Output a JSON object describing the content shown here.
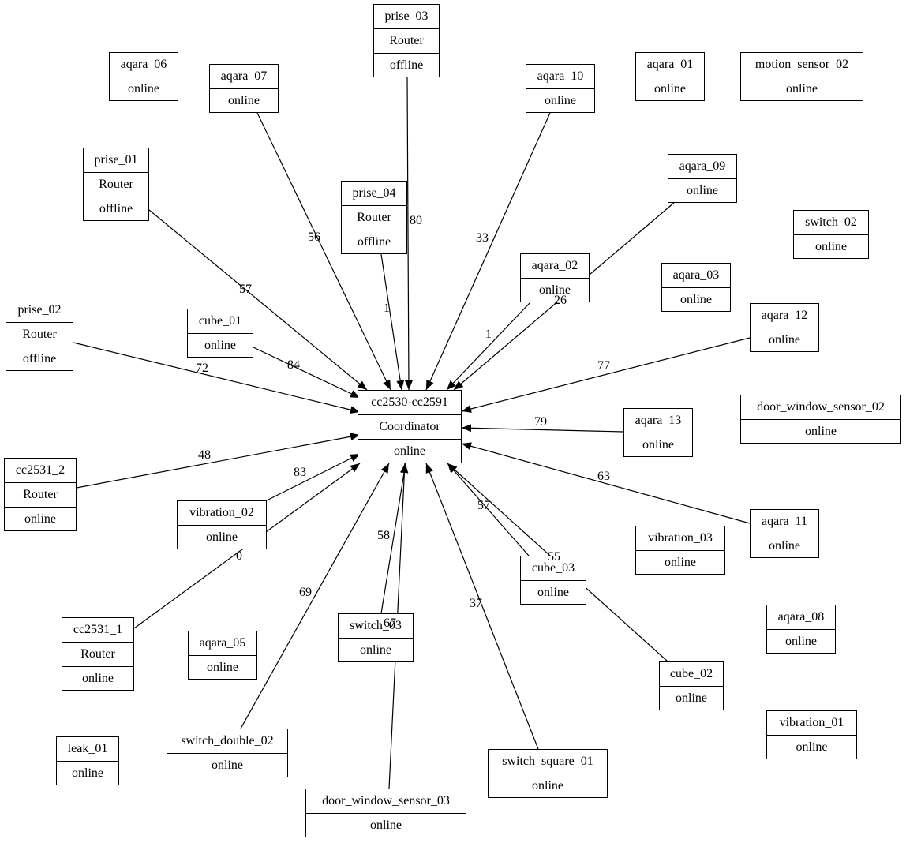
{
  "coordinator": "cc2530-cc2591",
  "nodes": {
    "coordinator": {
      "name": "cc2530-cc2591",
      "type": "Coordinator",
      "status": "online"
    },
    "prise_03": {
      "name": "prise_03",
      "type": "Router",
      "status": "offline"
    },
    "prise_01": {
      "name": "prise_01",
      "type": "Router",
      "status": "offline"
    },
    "prise_04": {
      "name": "prise_04",
      "type": "Router",
      "status": "offline"
    },
    "prise_02": {
      "name": "prise_02",
      "type": "Router",
      "status": "offline"
    },
    "cc2531_2": {
      "name": "cc2531_2",
      "type": "Router",
      "status": "online"
    },
    "cc2531_1": {
      "name": "cc2531_1",
      "type": "Router",
      "status": "online"
    },
    "aqara_06": {
      "name": "aqara_06",
      "status": "online"
    },
    "aqara_07": {
      "name": "aqara_07",
      "status": "online"
    },
    "aqara_10": {
      "name": "aqara_10",
      "status": "online"
    },
    "aqara_01": {
      "name": "aqara_01",
      "status": "online"
    },
    "motion_sensor_02": {
      "name": "motion_sensor_02",
      "status": "online"
    },
    "aqara_09": {
      "name": "aqara_09",
      "status": "online"
    },
    "switch_02": {
      "name": "switch_02",
      "status": "online"
    },
    "aqara_02": {
      "name": "aqara_02",
      "status": "online"
    },
    "aqara_03": {
      "name": "aqara_03",
      "status": "online"
    },
    "cube_01": {
      "name": "cube_01",
      "status": "online"
    },
    "aqara_12": {
      "name": "aqara_12",
      "status": "online"
    },
    "door_window_sensor_02": {
      "name": "door_window_sensor_02",
      "status": "online"
    },
    "aqara_13": {
      "name": "aqara_13",
      "status": "online"
    },
    "vibration_02": {
      "name": "vibration_02",
      "status": "online"
    },
    "aqara_11": {
      "name": "aqara_11",
      "status": "online"
    },
    "vibration_03": {
      "name": "vibration_03",
      "status": "online"
    },
    "cube_03": {
      "name": "cube_03",
      "status": "online"
    },
    "aqara_08": {
      "name": "aqara_08",
      "status": "online"
    },
    "switch_03": {
      "name": "switch_03",
      "status": "online"
    },
    "aqara_05": {
      "name": "aqara_05",
      "status": "online"
    },
    "cube_02": {
      "name": "cube_02",
      "status": "online"
    },
    "vibration_01": {
      "name": "vibration_01",
      "status": "online"
    },
    "leak_01": {
      "name": "leak_01",
      "status": "online"
    },
    "switch_double_02": {
      "name": "switch_double_02",
      "status": "online"
    },
    "switch_square_01": {
      "name": "switch_square_01",
      "status": "online"
    },
    "door_window_sensor_03": {
      "name": "door_window_sensor_03",
      "status": "online"
    }
  },
  "links": [
    {
      "from": "prise_03",
      "to": "coordinator",
      "lqi": "80"
    },
    {
      "from": "aqara_07",
      "to": "coordinator",
      "lqi": "56"
    },
    {
      "from": "aqara_10",
      "to": "coordinator",
      "lqi": "33"
    },
    {
      "from": "prise_01",
      "to": "coordinator",
      "lqi": "57"
    },
    {
      "from": "prise_04",
      "to": "coordinator",
      "lqi": "1"
    },
    {
      "from": "aqara_09",
      "to": "coordinator",
      "lqi": "26"
    },
    {
      "from": "aqara_02",
      "to": "coordinator",
      "lqi": "1"
    },
    {
      "from": "cube_01",
      "to": "coordinator",
      "lqi": "84"
    },
    {
      "from": "prise_02",
      "to": "coordinator",
      "lqi": "72"
    },
    {
      "from": "aqara_12",
      "to": "coordinator",
      "lqi": "77"
    },
    {
      "from": "aqara_13",
      "to": "coordinator",
      "lqi": "79"
    },
    {
      "from": "cc2531_2",
      "to": "coordinator",
      "lqi": "48"
    },
    {
      "from": "vibration_02",
      "to": "coordinator",
      "lqi": "83"
    },
    {
      "from": "aqara_11",
      "to": "coordinator",
      "lqi": "63"
    },
    {
      "from": "cc2531_1",
      "to": "coordinator",
      "lqi": "0"
    },
    {
      "from": "switch_03",
      "to": "coordinator",
      "lqi": "58"
    },
    {
      "from": "cube_03",
      "to": "coordinator",
      "lqi": "57"
    },
    {
      "from": "cube_02",
      "to": "coordinator",
      "lqi": "55"
    },
    {
      "from": "switch_double_02",
      "to": "coordinator",
      "lqi": "69"
    },
    {
      "from": "door_window_sensor_03",
      "to": "coordinator",
      "lqi": "67"
    },
    {
      "from": "switch_square_01",
      "to": "coordinator",
      "lqi": "37"
    }
  ]
}
